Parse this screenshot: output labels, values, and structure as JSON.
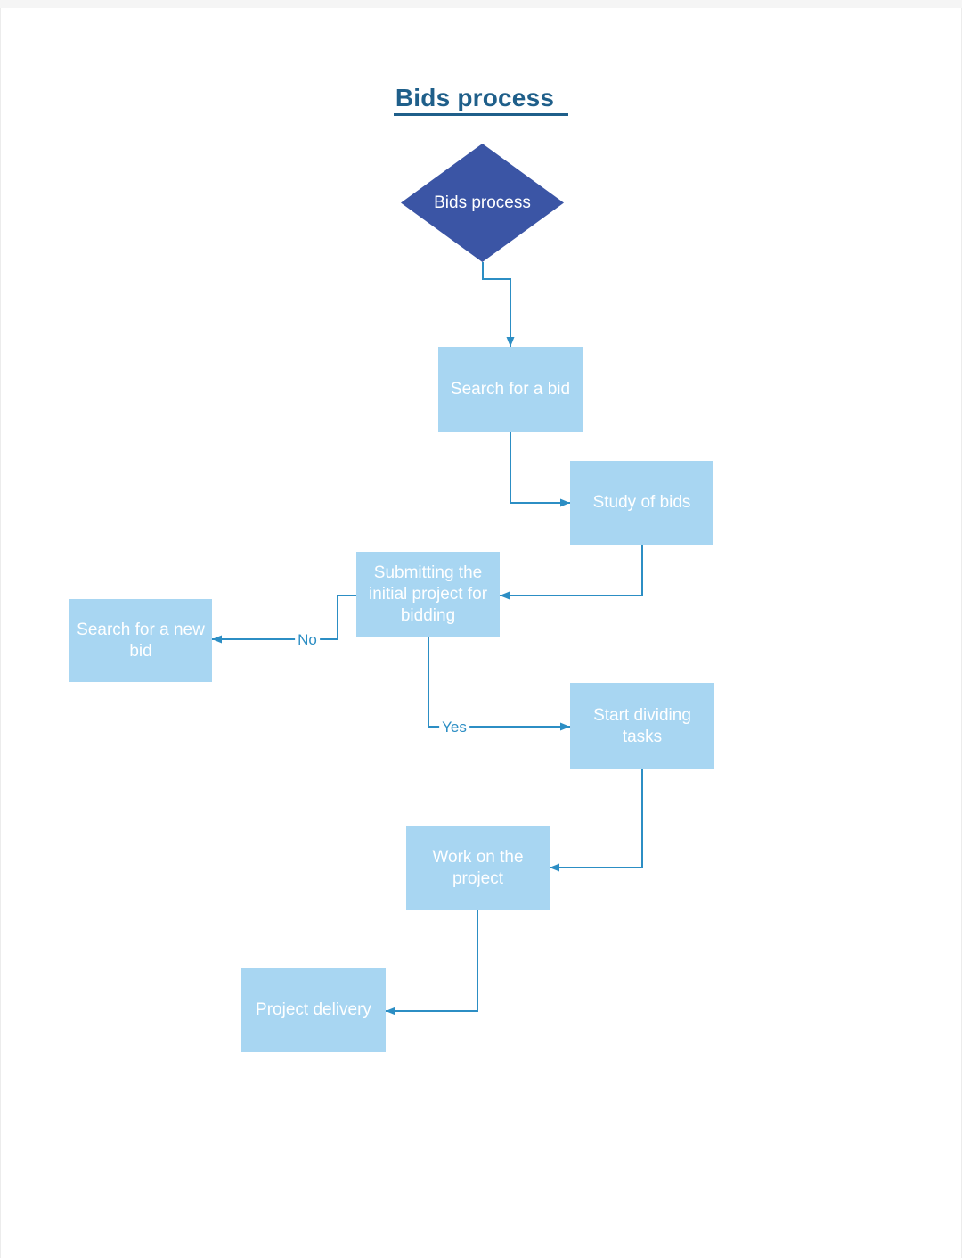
{
  "page": {
    "title": "Bids process"
  },
  "flowchart": {
    "nodes": [
      {
        "id": "bids-process",
        "type": "decision-diamond",
        "label": "Bids process"
      },
      {
        "id": "search-for-a-bid",
        "type": "process-box",
        "label": "Search for a bid"
      },
      {
        "id": "study-of-bids",
        "type": "process-box",
        "label": "Study of bids"
      },
      {
        "id": "submitting-initial-project",
        "type": "process-box",
        "label": "Submitting the initial project for bidding"
      },
      {
        "id": "search-for-a-new-bid",
        "type": "process-box",
        "label": "Search for a new bid"
      },
      {
        "id": "start-dividing-tasks",
        "type": "process-box",
        "label": "Start dividing tasks"
      },
      {
        "id": "work-on-the-project",
        "type": "process-box",
        "label": "Work on the project"
      },
      {
        "id": "project-delivery",
        "type": "process-box",
        "label": "Project delivery"
      }
    ],
    "edges": [
      {
        "from": "bids-process",
        "to": "search-for-a-bid",
        "label": ""
      },
      {
        "from": "search-for-a-bid",
        "to": "study-of-bids",
        "label": ""
      },
      {
        "from": "study-of-bids",
        "to": "submitting-initial-project",
        "label": ""
      },
      {
        "from": "submitting-initial-project",
        "to": "search-for-a-new-bid",
        "label": "No"
      },
      {
        "from": "submitting-initial-project",
        "to": "start-dividing-tasks",
        "label": "Yes"
      },
      {
        "from": "start-dividing-tasks",
        "to": "work-on-the-project",
        "label": ""
      },
      {
        "from": "work-on-the-project",
        "to": "project-delivery",
        "label": ""
      }
    ],
    "colors": {
      "diamond_fill": "#3B55A5",
      "box_fill": "#A8D6F2",
      "connector": "#2C8EC4",
      "title_text": "#1F5F8A",
      "node_text": "#FFFFFF"
    }
  }
}
